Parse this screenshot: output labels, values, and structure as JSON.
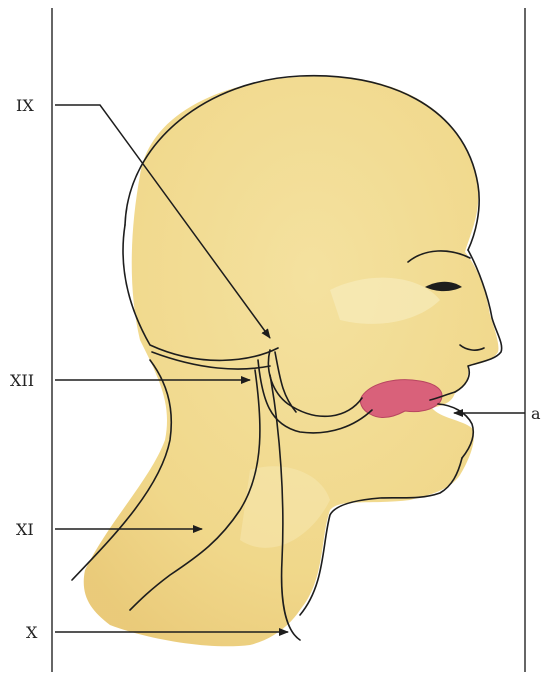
{
  "labels": {
    "nerve_ix": "IX",
    "nerve_xii": "XII",
    "nerve_xi": "XI",
    "nerve_x": "X",
    "tongue_marker": "a"
  },
  "colors": {
    "skin": "#f1d98a",
    "skin_shadow": "#e8c66e",
    "tongue": "#d9617a",
    "ink": "#1d1d1d",
    "frame_line": "#333333"
  }
}
